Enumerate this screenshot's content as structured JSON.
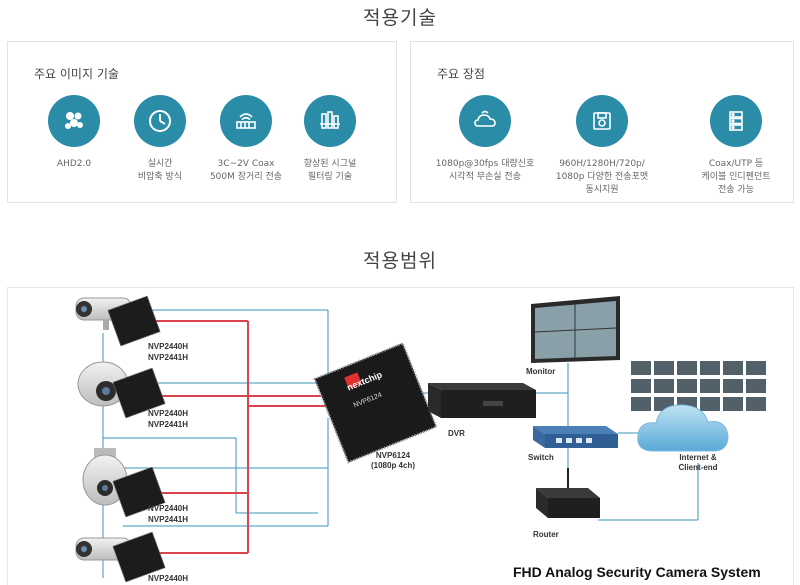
{
  "section1": {
    "title": "적용기술"
  },
  "left_panel": {
    "heading": "주요 이미지 기술",
    "items": [
      {
        "icon": "cells-icon",
        "label": "AHD2.0"
      },
      {
        "icon": "clock-icon",
        "label": "실시간\n비압축 방식"
      },
      {
        "icon": "coax-signal-icon",
        "label": "3C~2V Coax\n500M 장거리 전송"
      },
      {
        "icon": "filter-icon",
        "label": "향상된 시그널\n필터링 기술"
      }
    ]
  },
  "right_panel": {
    "heading": "주요 장점",
    "items": [
      {
        "icon": "cloud-signal-icon",
        "label": "1080p@30fps 대량신호\n시각적 무손실 전송"
      },
      {
        "icon": "disk-icon",
        "label": "960H/1280H/720p/\n1080p 다양한 전송포맷\n동시지원"
      },
      {
        "icon": "server-icon",
        "label": "Coax/UTP 등\n케이블 인디펜던트\n전송 가능"
      }
    ]
  },
  "section2": {
    "title": "적용범위"
  },
  "diagram": {
    "chip_labels": [
      "NVP2440H\nNVP2441H",
      "NVP2440H\nNVP2441H",
      "NVP2440H\nNVP2441H",
      "NVP2440H"
    ],
    "soc_brand": "nextchip",
    "soc_model": "NVP6124",
    "soc_caption": "NVP6124\n(1080p 4ch)",
    "dvr_label": "DVR",
    "monitor_label": "Monitor",
    "switch_label": "Switch",
    "router_label": "Router",
    "internet_label": "Internet &\nClient-end",
    "system_title": "FHD Analog Security Camera System",
    "colors": {
      "accent": "#2a8ca6",
      "red_line": "#d9434b",
      "blue_line": "#3b93b8"
    }
  }
}
